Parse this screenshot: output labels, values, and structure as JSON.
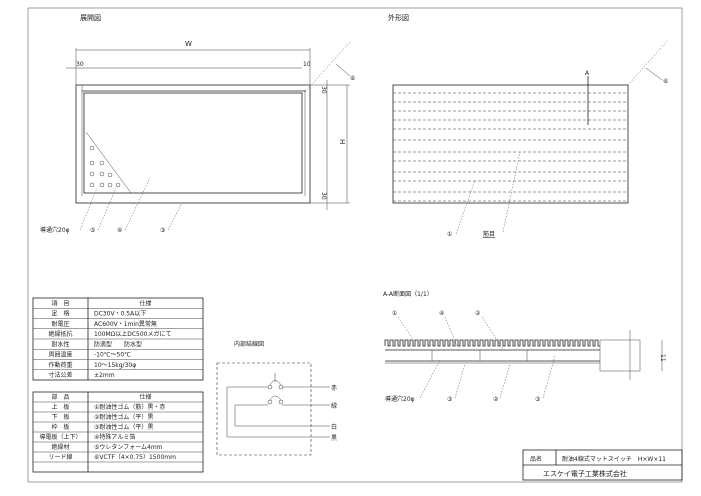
{
  "views": {
    "development": {
      "title": "展開図",
      "dim_width": "W",
      "dim_height": "H",
      "dim_left": "30",
      "dim_right": "10",
      "dim_top": "30",
      "dim_bottom": "30",
      "labels": [
        "導通穴20φ",
        "⑤",
        "④",
        "③",
        "⑥"
      ]
    },
    "outline": {
      "title": "外形図",
      "section_mark": "A",
      "labels": [
        "①",
        "筋目",
        "⑥"
      ]
    },
    "section": {
      "title": "A-A断面図（1/1）",
      "labels_top": [
        "①",
        "④",
        "②"
      ],
      "labels_bottom": [
        "導通穴20φ",
        "③",
        "②",
        "③"
      ],
      "dim_total": "11"
    },
    "wiring": {
      "title": "内部結線図",
      "wires": [
        "赤",
        "緑",
        "白",
        "黒"
      ]
    }
  },
  "spec_table": {
    "headers": [
      "項　目",
      "仕様"
    ],
    "rows": [
      [
        "定　格",
        "DC30V・0.5A以下"
      ],
      [
        "耐電圧",
        "AC600V・1min異常無"
      ],
      [
        "絶縁抵抗",
        "100MΩ以上DC500メガにて"
      ],
      [
        "耐水性",
        "防滴型　　防水型"
      ],
      [
        "周囲温度",
        "-10℃～50℃"
      ],
      [
        "作動荷重",
        "10～15kg/30φ"
      ],
      [
        "寸法公差",
        "±2mm"
      ]
    ]
  },
  "parts_table": {
    "headers": [
      "部　品",
      "仕様"
    ],
    "rows": [
      [
        "上　板",
        "①耐油性ゴム（筋）黒・赤"
      ],
      [
        "下　板",
        "②耐油性ゴム（平）黒"
      ],
      [
        "枠　板",
        "③耐油性ゴム（平）黒"
      ],
      [
        "導電板（上下）",
        "④特殊アルミ箔"
      ],
      [
        "絶縁材",
        "⑤ウレタンフォーム4mm"
      ],
      [
        "リード線",
        "⑥VCTF（4×0.75）1500mm"
      ],
      [
        "",
        ""
      ]
    ]
  },
  "title_block": {
    "name_label": "品名",
    "product_name": "耐油4線式マットスイッチ　H×W×11",
    "company": "エスケイ電子工業株式会社"
  }
}
